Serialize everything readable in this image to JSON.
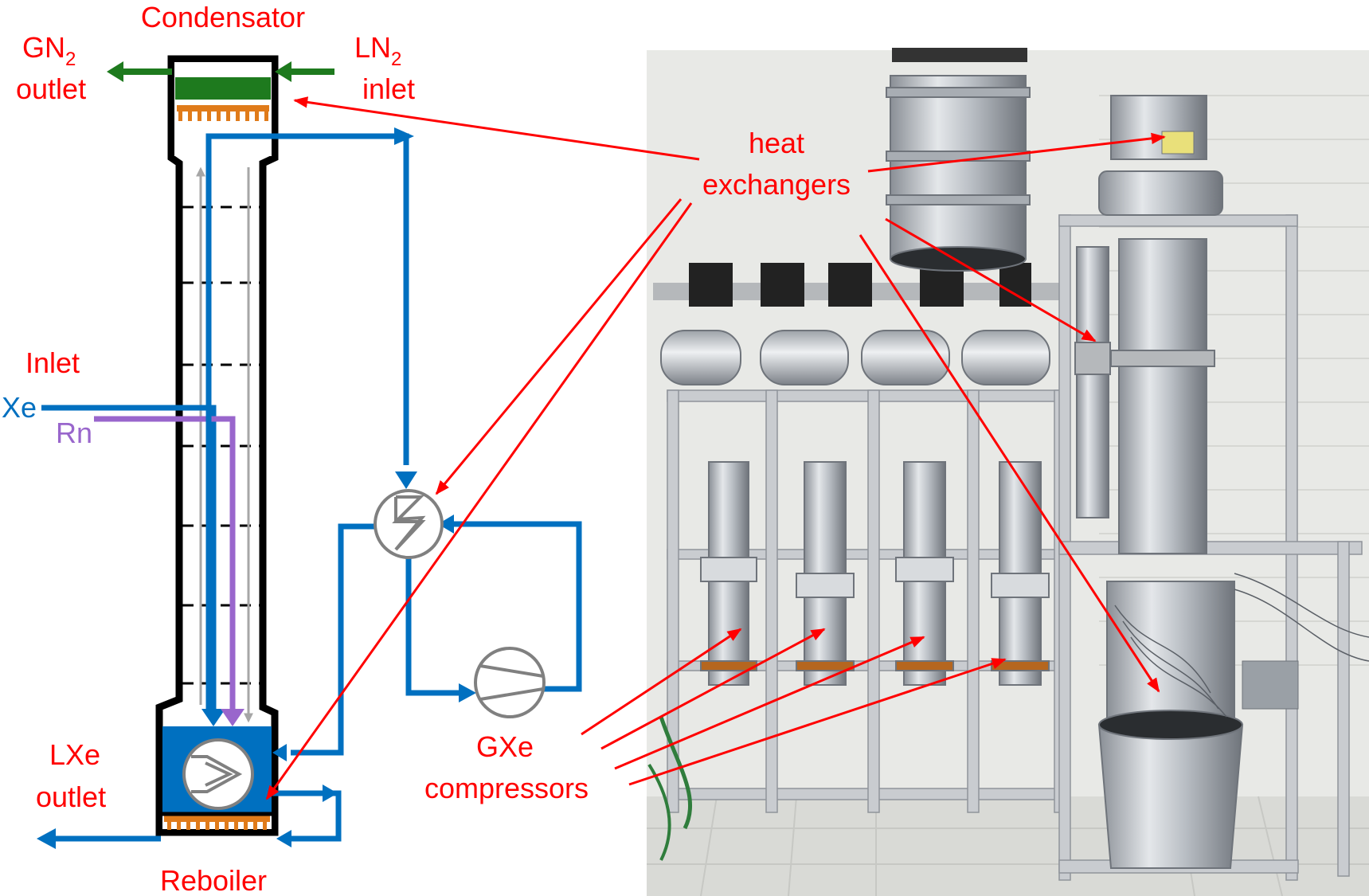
{
  "labels": {
    "condensator": "Condensator",
    "gn2_outlet_line1": "GN",
    "gn2_outlet_sub": "2",
    "gn2_outlet_line2": "outlet",
    "ln2_inlet_line1": "LN",
    "ln2_inlet_sub": "2",
    "ln2_inlet_line2": "inlet",
    "inlet": "Inlet",
    "xe": "Xe",
    "rn": "Rn",
    "lxe_outlet_line1": "LXe",
    "lxe_outlet_line2": "outlet",
    "reboiler": "Reboiler",
    "heat_exchangers_line1": "heat",
    "heat_exchangers_line2": "exchangers",
    "gxe_compressors_line1": "GXe",
    "gxe_compressors_line2": "compressors"
  },
  "colors": {
    "annotation_red": "#ff0000",
    "xenon_blue": "#0070c0",
    "radon_purple": "#9966cc",
    "nitrogen_green": "#1e7a1e",
    "heater_orange": "#e07b1a",
    "internal_gray": "#a6a6a6"
  },
  "icons": {
    "heat_exchanger": "heat-exchanger-icon",
    "compressor": "compressor-icon"
  }
}
